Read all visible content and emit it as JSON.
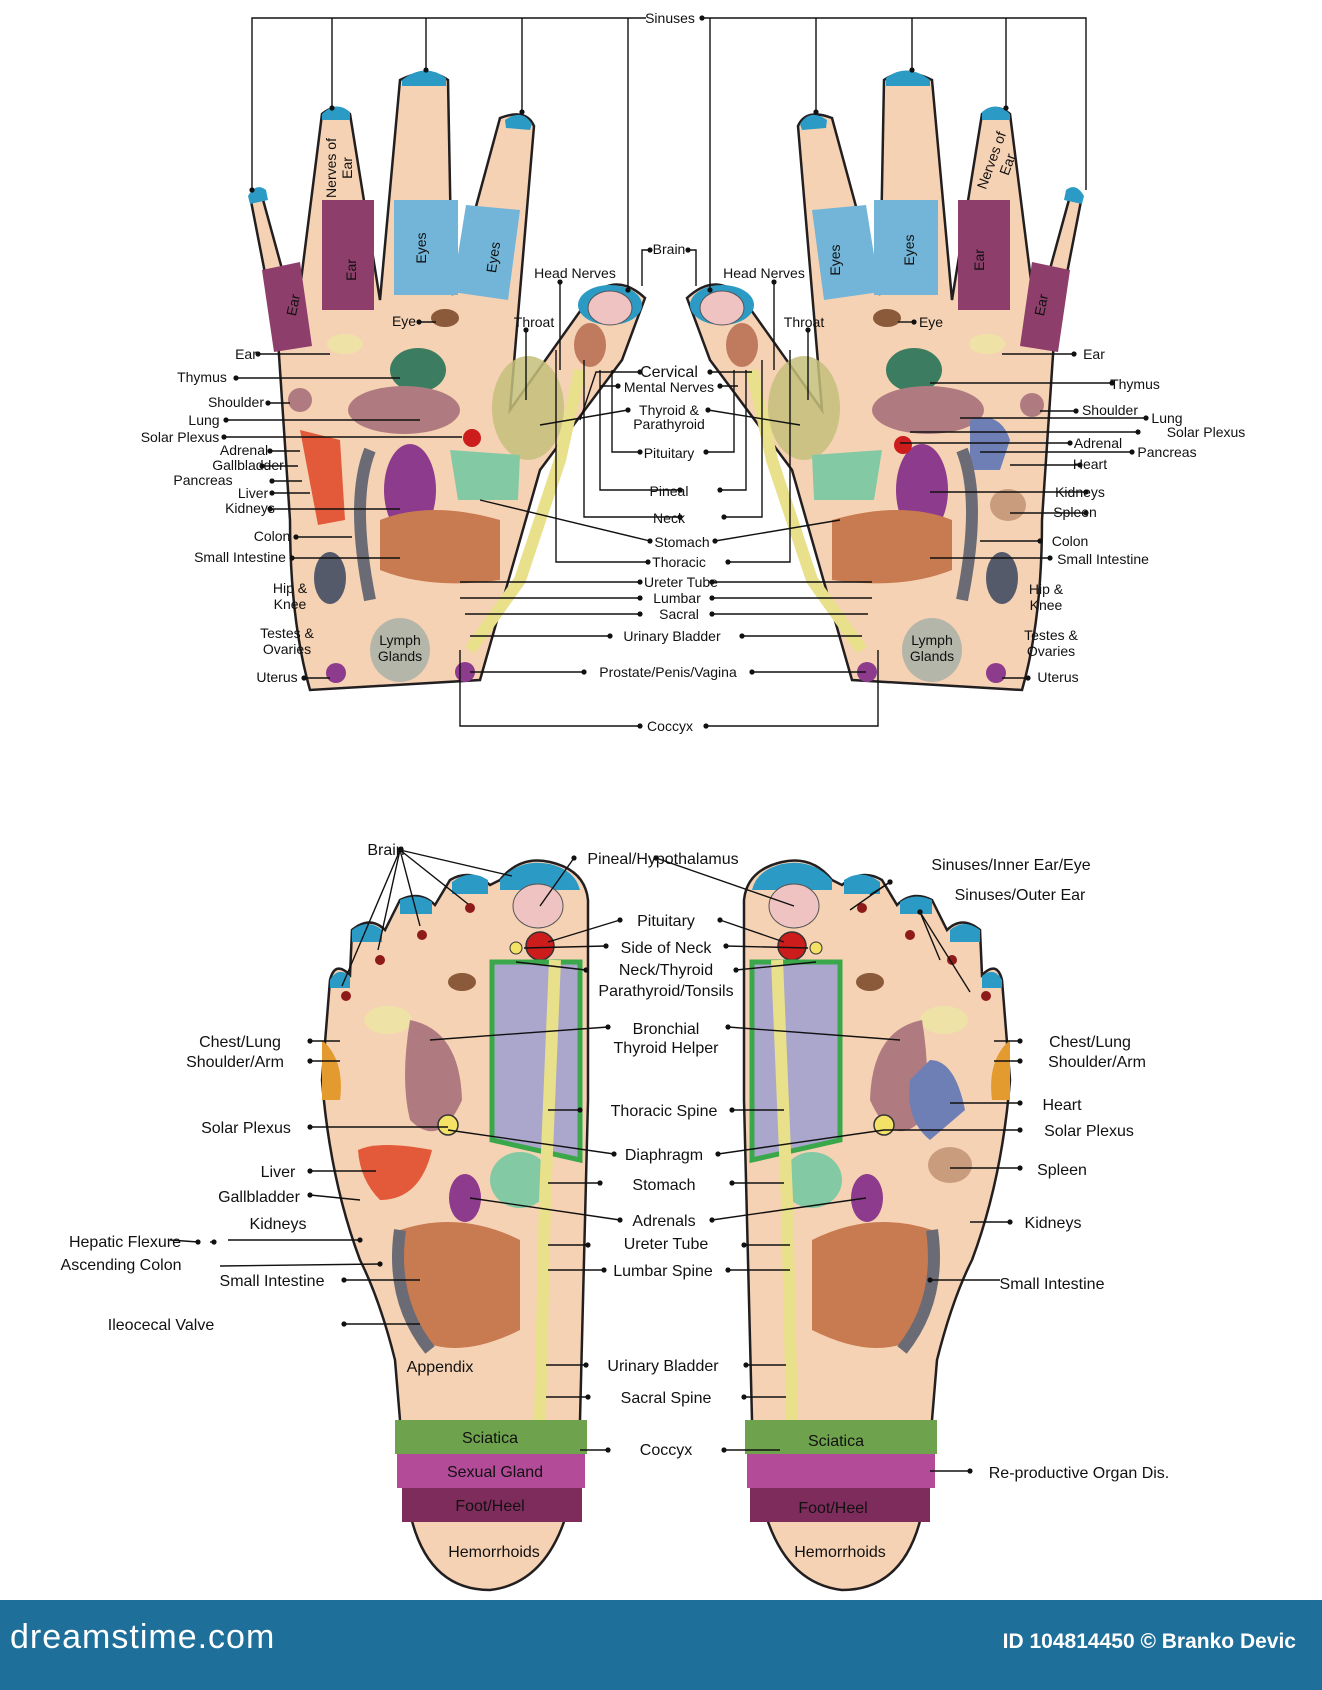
{
  "hands": {
    "shared_labels": [
      "Sinuses",
      "Brain",
      "Cervical",
      "Mental Nerves",
      "Pituitary",
      "Pineal",
      "Neck",
      "Stomach",
      "Thoracic",
      "Ureter Tube",
      "Lumbar",
      "Sacral",
      "Urinary Bladder",
      "Prostate/Penis/Vagina",
      "Coccyx"
    ],
    "thyroid_label": [
      "Thyroid &",
      "Parathyroid"
    ],
    "finger_labels": {
      "ear": "Ear",
      "eyes": "Eyes",
      "nerves_of_ear": [
        "Nerves of",
        "Ear"
      ]
    },
    "left_labels": [
      "Head Nerves",
      "Throat",
      "Eye",
      "Ear",
      "Thymus",
      "Shoulder",
      "Lung",
      "Solar Plexus",
      "Adrenal",
      "Gallbladder",
      "Pancreas",
      "Liver",
      "Kidneys",
      "Colon",
      "Small Intestine",
      "Uterus"
    ],
    "right_labels": [
      "Head Nerves",
      "Throat",
      "Eye",
      "Ear",
      "Thymus",
      "Shoulder",
      "Lung",
      "Solar Plexus",
      "Adrenal",
      "Pancreas",
      "Heart",
      "Kidneys",
      "Spleen",
      "Colon",
      "Small Intestine",
      "Uterus"
    ],
    "multi_line": {
      "hip_knee": [
        "Hip &",
        "Knee"
      ],
      "testes_ovaries": [
        "Testes &",
        "Ovaries"
      ],
      "lymph_glands": [
        "Lymph",
        "Glands"
      ]
    }
  },
  "feet": {
    "center_labels": [
      "Pineal/Hypothalamus",
      "Pituitary",
      "Side of Neck",
      "Neck/Thyroid",
      "Parathyroid/Tonsils",
      "Bronchial",
      "Thyroid Helper",
      "Thoracic Spine",
      "Diaphragm",
      "Stomach",
      "Adrenals",
      "Ureter Tube",
      "Lumbar Spine",
      "Urinary Bladder",
      "Sacral Spine",
      "Coccyx"
    ],
    "left_labels": [
      "Brain",
      "Chest/Lung",
      "Shoulder/Arm",
      "Solar Plexus",
      "Liver",
      "Gallbladder",
      "Kidneys",
      "Hepatic Flexure",
      "Ascending Colon",
      "Small Intestine",
      "Ileocecal Valve",
      "Appendix"
    ],
    "right_labels": [
      "Sinuses/Inner Ear/Eye",
      "Sinuses/Outer Ear",
      "Chest/Lung",
      "Shoulder/Arm",
      "Heart",
      "Solar Plexus",
      "Spleen",
      "Kidneys",
      "Small Intestine",
      "Re-productive Organ Dis."
    ],
    "bands": [
      "Sciatica",
      "Sexual Gland",
      "Foot/Heel",
      "Hemorrhoids"
    ]
  },
  "colors": {
    "sinus": "#2b9bc5",
    "eyes": "#72b5d8",
    "ear": "#8e3e6a",
    "skin": "#f6d2b4",
    "sciatica": "#6ea24c",
    "sexual": "#b34b98",
    "heel": "#7e2c5b",
    "footer": "#1e6f99"
  },
  "footer": {
    "brand": "dreamstime.com",
    "id": "ID 104814450 © Branko Devic"
  }
}
